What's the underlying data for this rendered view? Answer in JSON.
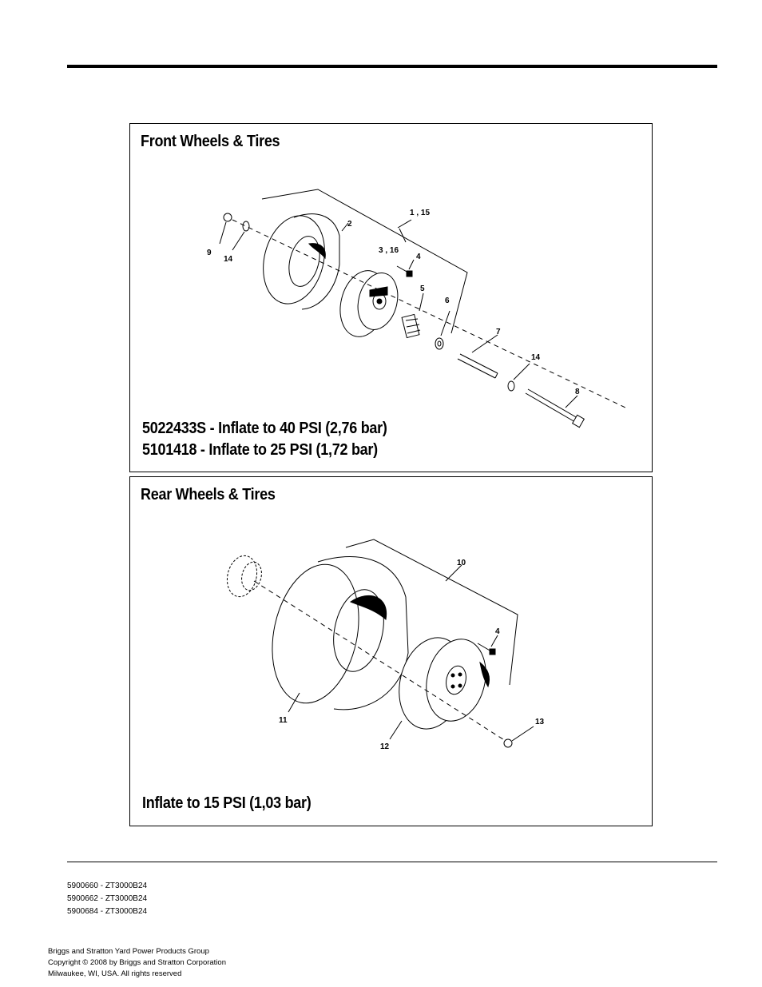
{
  "front_panel": {
    "title": "Front Wheels & Tires",
    "inflate_line_1": "5022433S - Inflate to 40 PSI (2,76 bar)",
    "inflate_line_2": "5101418 - Inflate to 25 PSI (1,72 bar)",
    "callouts": {
      "c1_15": "1 , 15",
      "c2": "2",
      "c3_16": "3 , 16",
      "c4": "4",
      "c5": "5",
      "c6": "6",
      "c7": "7",
      "c8": "8",
      "c9": "9",
      "c14a": "14",
      "c14b": "14"
    }
  },
  "rear_panel": {
    "title": "Rear Wheels & Tires",
    "inflate_line": "Inflate to 15 PSI (1,03 bar)",
    "callouts": {
      "c10": "10",
      "c4": "4",
      "c11": "11",
      "c12": "12",
      "c13": "13"
    }
  },
  "footer": {
    "model_lines": [
      "5900660 - ZT3000B24",
      "5900662 - ZT3000B24",
      "5900684 - ZT3000B24"
    ],
    "company_lines": [
      "Briggs and Stratton Yard Power Products Group",
      "Copyright ©  2008 by Briggs and Stratton Corporation",
      "Milwaukee, WI, USA. All rights reserved"
    ]
  }
}
